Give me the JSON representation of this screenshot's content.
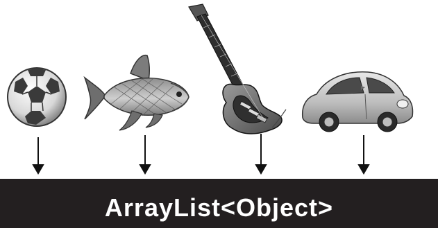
{
  "diagram": {
    "items": [
      {
        "name": "soccer-ball"
      },
      {
        "name": "fish"
      },
      {
        "name": "electric-guitar"
      },
      {
        "name": "car"
      }
    ],
    "container_label": "ArrayList<Object>",
    "colors": {
      "bar": "#231f20",
      "bar_text": "#ffffff",
      "arrow": "#111111",
      "illustration": "#9a9a9a"
    }
  }
}
